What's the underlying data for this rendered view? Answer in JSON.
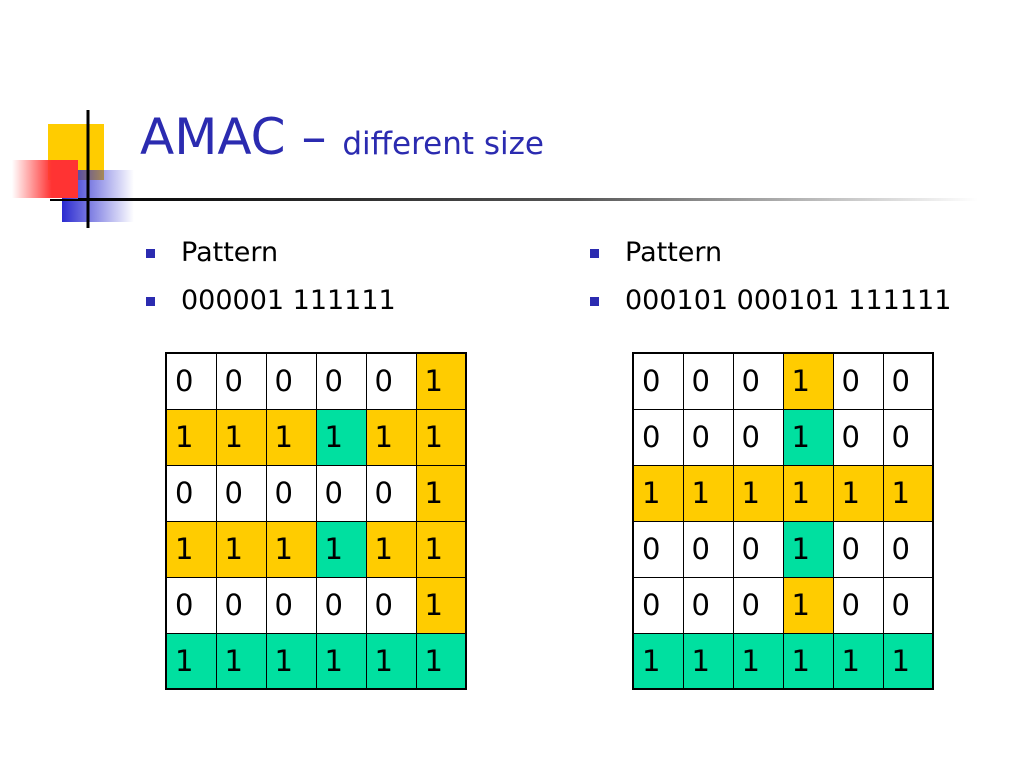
{
  "title": {
    "main": "AMAC – ",
    "sub": "different size"
  },
  "colors": {
    "title_blue": "#2b2bb0",
    "cell_yellow": "#ffcc00",
    "cell_green": "#00e0a0",
    "cell_white": "#ffffff"
  },
  "left": {
    "bullets": [
      "Pattern",
      "000001 111111"
    ],
    "grid": {
      "values": [
        [
          "0",
          "0",
          "0",
          "0",
          "0",
          "1"
        ],
        [
          "1",
          "1",
          "1",
          "1",
          "1",
          "1"
        ],
        [
          "0",
          "0",
          "0",
          "0",
          "0",
          "1"
        ],
        [
          "1",
          "1",
          "1",
          "1",
          "1",
          "1"
        ],
        [
          "0",
          "0",
          "0",
          "0",
          "0",
          "1"
        ],
        [
          "1",
          "1",
          "1",
          "1",
          "1",
          "1"
        ]
      ],
      "fills": [
        [
          "w",
          "w",
          "w",
          "w",
          "w",
          "y"
        ],
        [
          "y",
          "y",
          "y",
          "g",
          "y",
          "y"
        ],
        [
          "w",
          "w",
          "w",
          "w",
          "w",
          "y"
        ],
        [
          "y",
          "y",
          "y",
          "g",
          "y",
          "y"
        ],
        [
          "w",
          "w",
          "w",
          "w",
          "w",
          "y"
        ],
        [
          "g",
          "g",
          "g",
          "g",
          "g",
          "g"
        ]
      ]
    }
  },
  "right": {
    "bullets": [
      "Pattern",
      "000101 000101 111111"
    ],
    "grid": {
      "values": [
        [
          "0",
          "0",
          "0",
          "1",
          "0",
          "0"
        ],
        [
          "0",
          "0",
          "0",
          "1",
          "0",
          "0"
        ],
        [
          "1",
          "1",
          "1",
          "1",
          "1",
          "1"
        ],
        [
          "0",
          "0",
          "0",
          "1",
          "0",
          "0"
        ],
        [
          "0",
          "0",
          "0",
          "1",
          "0",
          "0"
        ],
        [
          "1",
          "1",
          "1",
          "1",
          "1",
          "1"
        ]
      ],
      "fills": [
        [
          "w",
          "w",
          "w",
          "y",
          "w",
          "w"
        ],
        [
          "w",
          "w",
          "w",
          "g",
          "w",
          "w"
        ],
        [
          "y",
          "y",
          "y",
          "y",
          "y",
          "y"
        ],
        [
          "w",
          "w",
          "w",
          "g",
          "w",
          "w"
        ],
        [
          "w",
          "w",
          "w",
          "y",
          "w",
          "w"
        ],
        [
          "g",
          "g",
          "g",
          "g",
          "g",
          "g"
        ]
      ]
    }
  }
}
